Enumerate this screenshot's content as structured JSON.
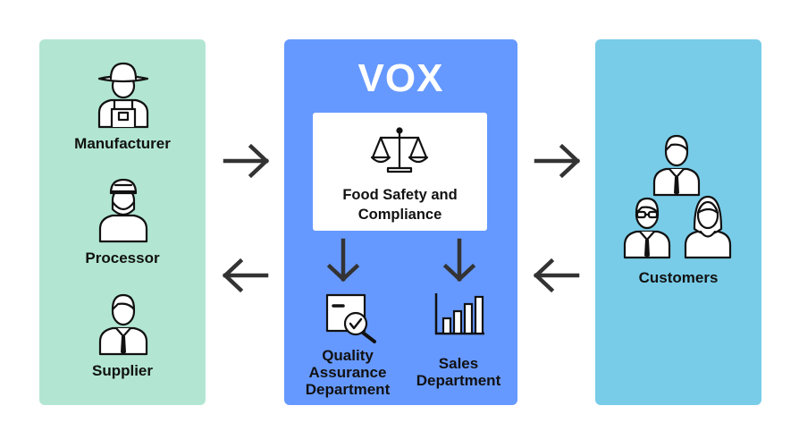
{
  "left_panel": {
    "color": "#b2e6d3",
    "nodes": [
      {
        "label": "Manufacturer",
        "icon": "farmer-hat-overalls-icon"
      },
      {
        "label": "Processor",
        "icon": "worker-cap-mask-icon"
      },
      {
        "label": "Supplier",
        "icon": "person-tie-icon"
      }
    ]
  },
  "center_panel": {
    "color": "#6699ff",
    "title": "VOX",
    "hub": {
      "label": "Food Safety and\nCompliance",
      "icon": "scales-icon"
    },
    "departments": [
      {
        "label": "Quality\nAssurance\nDepartment",
        "icon": "document-magnifier-check-icon"
      },
      {
        "label": "Sales\nDepartment",
        "icon": "bar-chart-icon"
      }
    ]
  },
  "right_panel": {
    "color": "#78cce8",
    "label": "Customers",
    "icon": "customer-group-icon"
  },
  "arrows": [
    {
      "from": "Manufacturer",
      "to": "VOX",
      "direction": "right"
    },
    {
      "from": "VOX",
      "to": "Supplier",
      "direction": "left"
    },
    {
      "from": "VOX",
      "to": "Customers",
      "direction": "right"
    },
    {
      "from": "Customers",
      "to": "VOX",
      "direction": "left"
    },
    {
      "from": "Food Safety and Compliance",
      "to": "Quality Assurance Department",
      "direction": "down"
    },
    {
      "from": "Food Safety and Compliance",
      "to": "Sales Department",
      "direction": "down"
    }
  ]
}
